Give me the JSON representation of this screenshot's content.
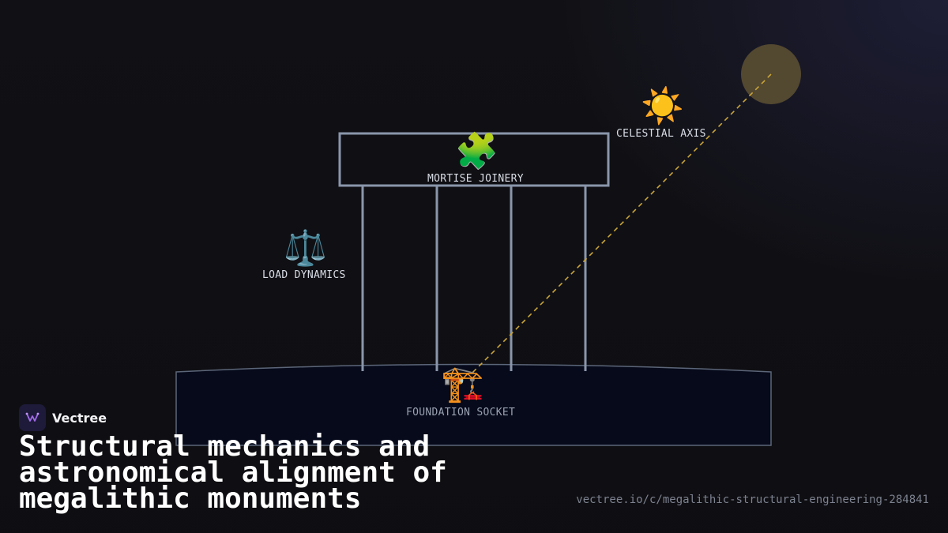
{
  "diagram": {
    "nodes": [
      {
        "id": "mortise-joinery",
        "label": "MORTISE JOINERY",
        "icon": "puzzle-piece-icon",
        "glyph": "🧩"
      },
      {
        "id": "celestial-axis",
        "label": "CELESTIAL AXIS",
        "icon": "sun-icon",
        "glyph": "☀️"
      },
      {
        "id": "load-dynamics",
        "label": "LOAD DYNAMICS",
        "icon": "balance-scale-icon",
        "glyph": "⚖️"
      },
      {
        "id": "foundation-socket",
        "label": "FOUNDATION SOCKET",
        "icon": "crane-icon",
        "glyph": "🏗️"
      }
    ],
    "colors": {
      "structure": "#8a96ab",
      "alignment_line": "#c9a53a",
      "sun_disc": "#5a4e32",
      "foundation_fill": "#060a1a"
    }
  },
  "brand": {
    "name": "Vectree"
  },
  "title": "Structural mechanics and astronomical alignment of megalithic monuments",
  "url": "vectree.io/c/megalithic-structural-engineering-284841"
}
